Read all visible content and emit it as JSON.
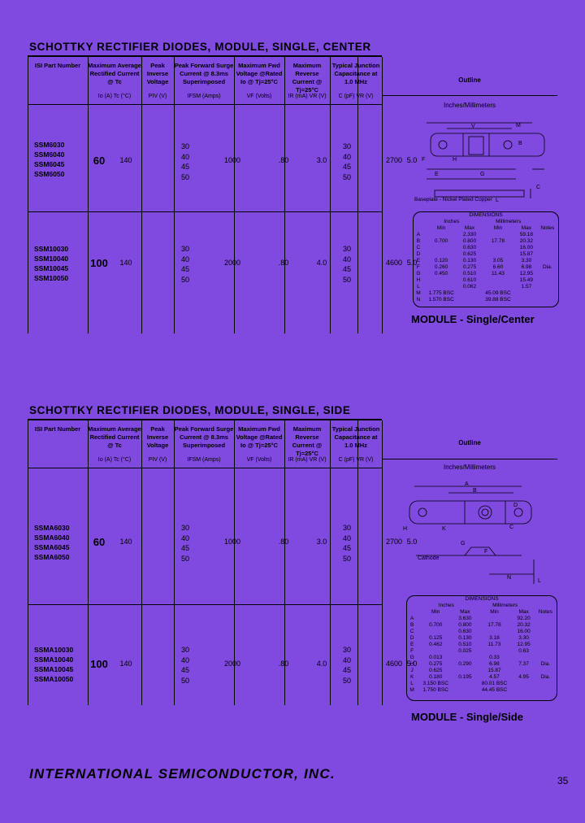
{
  "sections": [
    {
      "title": "SCHOTTKY RECTIFIER DIODES, MODULE, SINGLE, CENTER",
      "headers": [
        {
          "text": "ISI Part Number",
          "sub": ""
        },
        {
          "text": "Maximum Average Rectified Current @ Tc",
          "sub": "Io (A) Tc (°C)"
        },
        {
          "text": "Peak Inverse Voltage",
          "sub": "PIV (V)"
        },
        {
          "text": "Peak Forward Surge Current @ 8.3ms Superimposed",
          "sub": "IFSM (Amps)"
        },
        {
          "text": "Maximum Fwd Voltage @Rated Io @ Tj=25°C",
          "sub": "VF (Volts)"
        },
        {
          "text": "Maximum Reverse Current @ Tj=25°C",
          "sub": "IR (mA) VR (V)"
        },
        {
          "text": "Typical Junction Capacitance at 1.0 MHz",
          "sub": "C (pF) VR (V)"
        }
      ],
      "outline_label": "Outline",
      "units_label": "Inches/Millimeters",
      "groups": [
        {
          "parts": [
            "SSM6030",
            "SSM6040",
            "SSM6045",
            "SSM6050"
          ],
          "current": "60",
          "tc": "140",
          "piv": [
            "30",
            "40",
            "45",
            "50"
          ],
          "ifsm": "1000",
          "vf": ".80",
          "ir": "3.0",
          "vr": [
            "30",
            "40",
            "45",
            "50"
          ],
          "cap": "2700",
          "cap_v": "5.0"
        },
        {
          "parts": [
            "SSM10030",
            "SSM10040",
            "SSM10045",
            "SSM10050"
          ],
          "current": "100",
          "tc": "140",
          "piv": [
            "30",
            "40",
            "45",
            "50"
          ],
          "ifsm": "2000",
          "vf": ".80",
          "ir": "4.0",
          "vr": [
            "30",
            "40",
            "45",
            "50"
          ],
          "cap": "4600",
          "cap_v": "5.0"
        }
      ],
      "drawing_text": {
        "baseplate": "Baseplate - Nickel Plated Copper"
      },
      "dimensions": {
        "title": "DIMENSIONS",
        "col_groups": [
          "Inches",
          "Millimeters"
        ],
        "cols": [
          "",
          "Min",
          "Max",
          "Min",
          "Max",
          "Notes"
        ],
        "rows": [
          [
            "A",
            "",
            "2.330",
            "",
            "59.18",
            ""
          ],
          [
            "B",
            "0.700",
            "0.800",
            "17.78",
            "20.32",
            ""
          ],
          [
            "C",
            "",
            "0.630",
            "",
            "16.00",
            ""
          ],
          [
            "D",
            "",
            "0.625",
            "",
            "15.87",
            ""
          ],
          [
            "E",
            "0.120",
            "0.130",
            "3.05",
            "3.30",
            ""
          ],
          [
            "F",
            "0.260",
            "0.275",
            "6.60",
            "6.98",
            "Dia."
          ],
          [
            "G",
            "0.450",
            "0.510",
            "11.43",
            "12.95",
            ""
          ],
          [
            "H",
            "",
            "0.610",
            "",
            "15.49",
            ""
          ],
          [
            "L",
            "",
            "0.062",
            "",
            "1.57",
            ""
          ],
          [
            "M",
            "1.775 BSC",
            "",
            "45.09 BSC",
            "",
            ""
          ],
          [
            "N",
            "1.570 BSC",
            "",
            "39.88 BSC",
            "",
            ""
          ]
        ]
      },
      "caption": "MODULE - Single/Center"
    },
    {
      "title": "SCHOTTKY RECTIFIER DIODES, MODULE, SINGLE, SIDE",
      "headers": [
        {
          "text": "ISI Part Number",
          "sub": ""
        },
        {
          "text": "Maximum Average Rectified Current @ Tc",
          "sub": "Io (A) Tc (°C)"
        },
        {
          "text": "Peak Inverse Voltage",
          "sub": "PIV (V)"
        },
        {
          "text": "Peak Forward Surge Current @ 8.3ms Superimposed",
          "sub": "IFSM (Amps)"
        },
        {
          "text": "Maximum Fwd Voltage @Rated Io @ Tj=25°C",
          "sub": "VF (Volts)"
        },
        {
          "text": "Maximum Reverse Current @ Tj=25°C",
          "sub": "IR (mA) VR (V)"
        },
        {
          "text": "Typical Junction Capacitance at 1.0 MHz",
          "sub": "C (pF) VR (V)"
        }
      ],
      "outline_label": "Outline",
      "units_label": "Inches/Millimeters",
      "groups": [
        {
          "parts": [
            "SSMA6030",
            "SSMA6040",
            "SSMA6045",
            "SSMA6050"
          ],
          "current": "60",
          "tc": "140",
          "piv": [
            "30",
            "40",
            "45",
            "50"
          ],
          "ifsm": "1000",
          "vf": ".80",
          "ir": "3.0",
          "vr": [
            "30",
            "40",
            "45",
            "50"
          ],
          "cap": "2700",
          "cap_v": "5.0"
        },
        {
          "parts": [
            "SSMA10030",
            "SSMA10040",
            "SSMA10045",
            "SSMA10050"
          ],
          "current": "100",
          "tc": "140",
          "piv": [
            "30",
            "40",
            "45",
            "50"
          ],
          "ifsm": "2000",
          "vf": ".80",
          "ir": "4.0",
          "vr": [
            "30",
            "40",
            "45",
            "50"
          ],
          "cap": "4600",
          "cap_v": "5.0"
        }
      ],
      "drawing_text": {
        "cathode": "Cathode"
      },
      "dimensions": {
        "title": "DIMENSIONS",
        "col_groups": [
          "Inches",
          "Millimeters"
        ],
        "cols": [
          "",
          "Min",
          "Max",
          "Min",
          "Max",
          "Notes"
        ],
        "rows": [
          [
            "A",
            "",
            "3.630",
            "",
            "92.20",
            ""
          ],
          [
            "B",
            "0.700",
            "0.800",
            "17.78",
            "20.32",
            ""
          ],
          [
            "C",
            "",
            "0.630",
            "",
            "16.00",
            ""
          ],
          [
            "D",
            "0.125",
            "0.130",
            "3.18",
            "3.30",
            ""
          ],
          [
            "E",
            "0.462",
            "0.510",
            "11.73",
            "12.95",
            ""
          ],
          [
            "F",
            "",
            "0.025",
            "",
            "0.63",
            ""
          ],
          [
            "G",
            "0.013",
            "",
            "0.33",
            "",
            ""
          ],
          [
            "H",
            "0.275",
            "0.290",
            "6.98",
            "7.37",
            "Dia."
          ],
          [
            "J",
            "0.625",
            "",
            "15.87",
            "",
            ""
          ],
          [
            "K",
            "0.180",
            "0.195",
            "4.57",
            "4.95",
            "Dia."
          ],
          [
            "L",
            "3.150 BSC",
            "",
            "80.01 BSC",
            "",
            ""
          ],
          [
            "M",
            "1.750 BSC",
            "",
            "44.45 BSC",
            "",
            ""
          ]
        ]
      },
      "caption": "MODULE - Single/Side"
    }
  ],
  "footer": {
    "company": "INTERNATIONAL SEMICONDUCTOR, INC.",
    "page": "35"
  }
}
